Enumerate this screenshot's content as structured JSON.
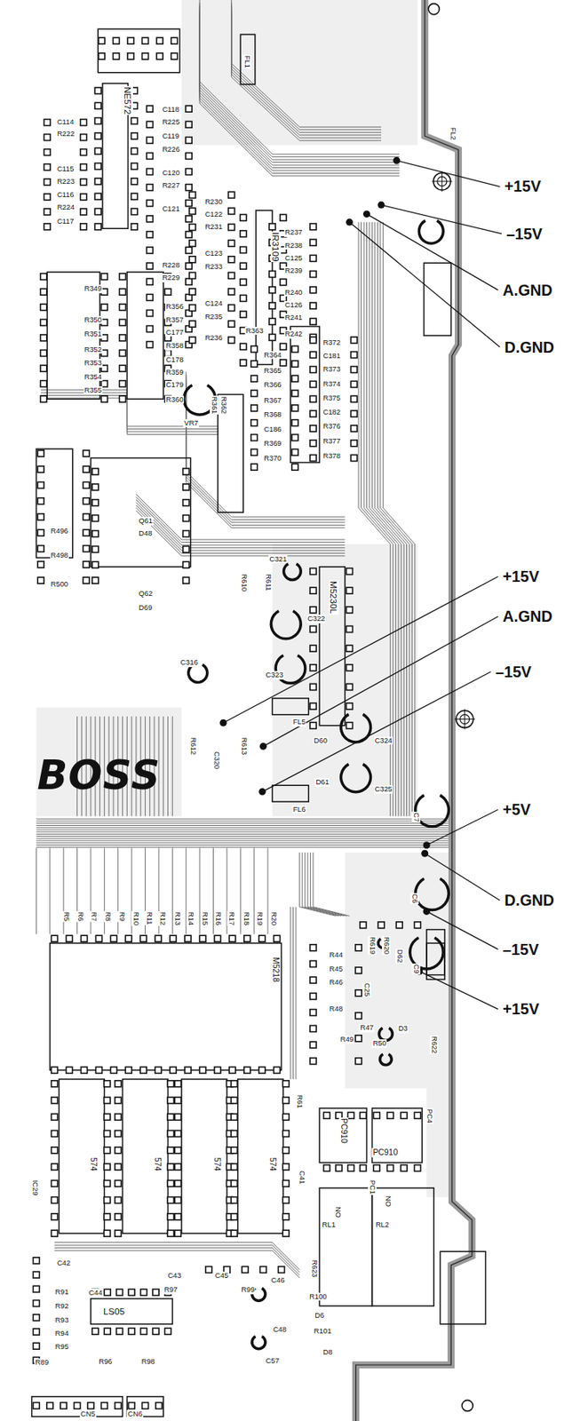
{
  "diagram": {
    "labels": [
      "+15V",
      "–15V",
      "A.GND",
      "D.GND",
      "+15V",
      "A.GND",
      "–15V",
      "+5V",
      "D.GND",
      "–15V",
      "+15V",
      "BOSS",
      "FL1",
      "FL2",
      "C114",
      "R222",
      "C115",
      "R223",
      "C116",
      "R224",
      "C117",
      "NE572",
      "C118",
      "R225",
      "C119",
      "R226",
      "C120",
      "R227",
      "C121",
      "R228",
      "R229",
      "R230",
      "C122",
      "R231",
      "C123",
      "R233",
      "C124",
      "R235",
      "R236",
      "IR3109",
      "R237",
      "R238",
      "C125",
      "R239",
      "R240",
      "C126",
      "R241",
      "R242",
      "R349",
      "R350",
      "R351",
      "R352",
      "R353",
      "R354",
      "R355",
      "R356",
      "R357",
      "C177",
      "R358",
      "C178",
      "R359",
      "C179",
      "R360",
      "R364",
      "R365",
      "R366",
      "R367",
      "R368",
      "C186",
      "R369",
      "R370",
      "R372",
      "C181",
      "R373",
      "R374",
      "R375",
      "C182",
      "R376",
      "R377",
      "R378",
      "VR7",
      "Q61",
      "D48",
      "Q62",
      "D69",
      "R496",
      "R498",
      "R500",
      "C321",
      "C322",
      "C323",
      "C316",
      "R610",
      "R611",
      "M5230L",
      "FL5",
      "FL6",
      "D60",
      "D61",
      "C324",
      "C325",
      "R612",
      "R613",
      "C320",
      "R5",
      "R6",
      "R7",
      "R8",
      "R9",
      "R10",
      "R11",
      "R12",
      "R13",
      "R14",
      "R15",
      "R16",
      "R17",
      "R18",
      "R19",
      "R20",
      "M5218",
      "574",
      "574",
      "574",
      "574",
      "R44",
      "R45",
      "R46",
      "R48",
      "R49",
      "C25",
      "R47",
      "R50",
      "D3",
      "R619",
      "R620",
      "D62",
      "R622",
      "C9",
      "C7",
      "C6",
      "PC910",
      "PC910",
      "PC1",
      "PC4",
      "R61",
      "C41",
      "NO",
      "NO",
      "RL1",
      "RL2",
      "R623",
      "C42",
      "C43",
      "C44",
      "C45",
      "C46",
      "R97",
      "R99",
      "R91",
      "R92",
      "R93",
      "R94",
      "R95",
      "R96",
      "R98",
      "R89",
      "LS05",
      "R100",
      "D6",
      "R101",
      "C48",
      "D8",
      "C57",
      "CN5",
      "CN6",
      "IC29",
      "R363",
      "R361",
      "R362"
    ]
  }
}
